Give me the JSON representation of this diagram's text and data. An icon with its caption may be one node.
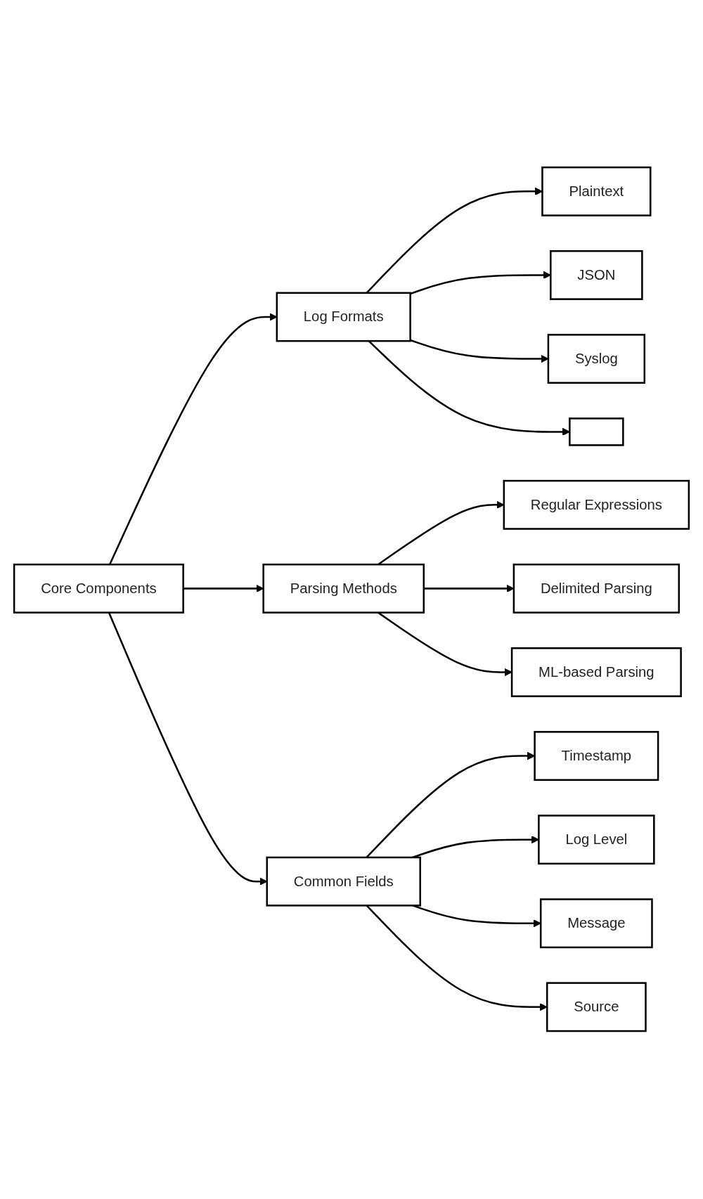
{
  "diagram": {
    "nodes": [
      {
        "text": [
          "Core Components"
        ]
      },
      {
        "text": [
          "Log Formats"
        ]
      },
      {
        "text": [
          "Plaintext"
        ]
      },
      {
        "text": [
          "JSON"
        ]
      },
      {
        "text": [
          "Syslog"
        ]
      },
      {
        "text": [],
        "shape": "box"
      },
      {
        "text": [
          "Parsing Methods"
        ]
      },
      {
        "text": [
          "Regular Expressions"
        ]
      },
      {
        "text": [
          "Delimited Parsing"
        ]
      },
      {
        "text": [
          "ML-based Parsing"
        ]
      },
      {
        "text": [
          "Common Fields"
        ]
      },
      {
        "text": [
          "Timestamp"
        ]
      },
      {
        "text": [
          "Log Level"
        ]
      },
      {
        "text": [
          "Message"
        ]
      },
      {
        "text": [
          "Source"
        ]
      }
    ],
    "edges": [
      {
        "from": 0,
        "to": 1,
        "arrow": "to"
      },
      {
        "from": 0,
        "to": 6,
        "arrow": "to"
      },
      {
        "from": 0,
        "to": 10,
        "arrow": "to"
      },
      {
        "from": 1,
        "to": 2,
        "arrow": "to"
      },
      {
        "from": 1,
        "to": 3,
        "arrow": "to"
      },
      {
        "from": 1,
        "to": 4,
        "arrow": "to"
      },
      {
        "from": 1,
        "to": 5,
        "arrow": "to"
      },
      {
        "from": 6,
        "to": 7,
        "arrow": "to"
      },
      {
        "from": 6,
        "to": 8,
        "arrow": "to"
      },
      {
        "from": 6,
        "to": 9,
        "arrow": "to"
      },
      {
        "from": 10,
        "to": 11,
        "arrow": "to"
      },
      {
        "from": 10,
        "to": 12,
        "arrow": "to"
      },
      {
        "from": 10,
        "to": 13,
        "arrow": "to"
      },
      {
        "from": 10,
        "to": 14,
        "arrow": "to"
      }
    ]
  }
}
